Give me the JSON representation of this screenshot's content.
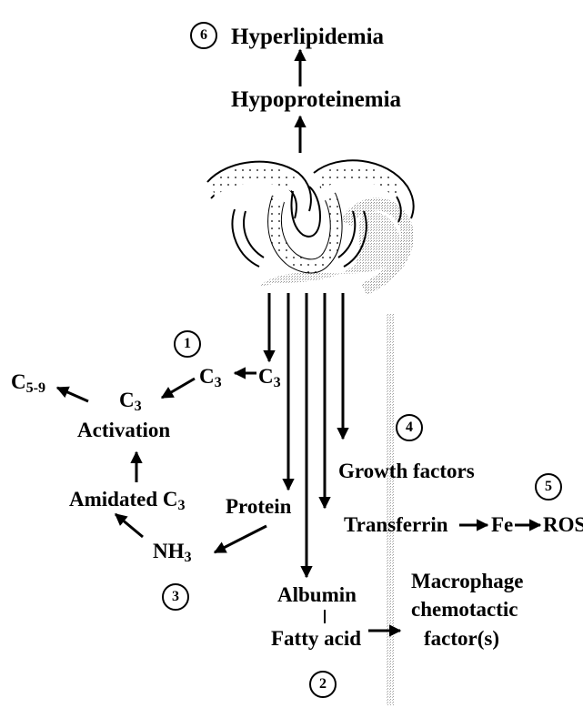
{
  "labels": {
    "hyperlipidemia": "Hyperlipidemia",
    "hypoproteinemia": "Hypoproteinemia",
    "c59": "C",
    "c59_sub": "5-9",
    "c3_a": "C",
    "c3_a_sub": "3",
    "c3_b": "C",
    "c3_b_sub": "3",
    "c3_c": "C",
    "c3_c_sub": "3",
    "activation": "Activation",
    "amidated": "Amidated C",
    "amidated_sub": "3",
    "nh3": "NH",
    "nh3_sub": "3",
    "protein": "Protein",
    "growth_factors": "Growth factors",
    "transferrin": "Transferrin",
    "fe": "Fe",
    "ros": "ROS",
    "albumin": "Albumin",
    "fatty_acid": "Fatty acid",
    "macrophage_1": "Macrophage",
    "macrophage_2": "chemotactic",
    "macrophage_3": "factor(s)"
  },
  "markers": [
    "1",
    "2",
    "3",
    "4",
    "5",
    "6"
  ]
}
